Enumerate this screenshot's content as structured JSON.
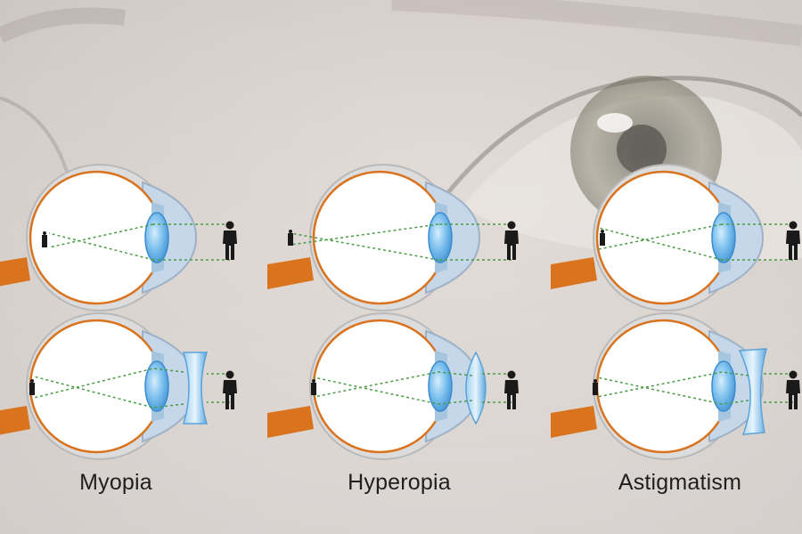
{
  "conditions": [
    {
      "id": "myopia",
      "label": "Myopia",
      "focus": "front",
      "lens": "concave"
    },
    {
      "id": "hyperopia",
      "label": "Hyperopia",
      "focus": "behind",
      "lens": "convex"
    },
    {
      "id": "astigmatism",
      "label": "Astigmatism",
      "focus": "irregular",
      "lens": "meniscus"
    }
  ],
  "colors": {
    "sclera_outline": "#d9731e",
    "optic_nerve": "#d9731e",
    "lens_fill": "#6fb6e8",
    "cornea_fill": "#c6d7ea",
    "light_path": "#4a9c45",
    "figure": "#1a1a1a",
    "background": "#cfc8c4"
  }
}
